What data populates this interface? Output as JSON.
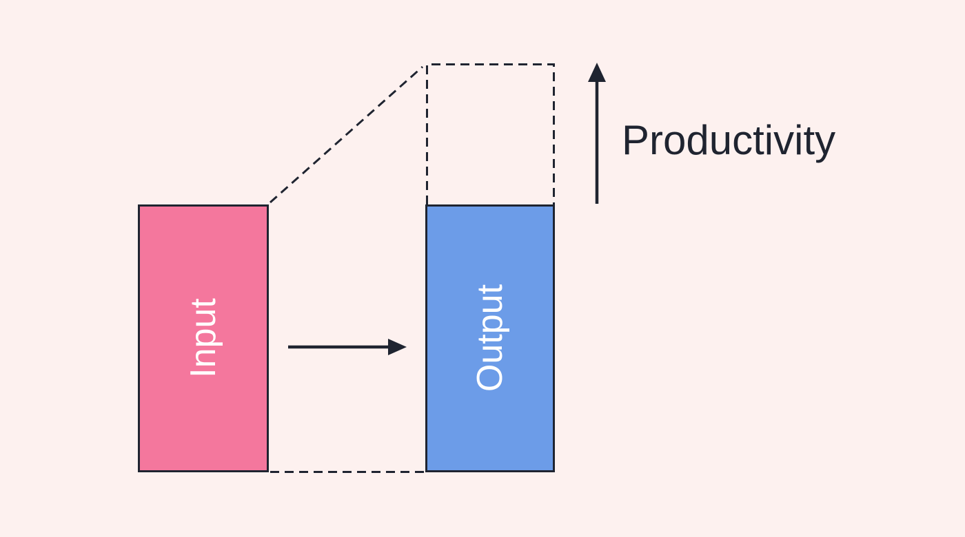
{
  "diagram": {
    "input_box": {
      "label": "Input"
    },
    "output_box": {
      "label": "Output"
    },
    "productivity_arrow": {
      "label": "Productivity"
    },
    "colors": {
      "background": "#FDF1EF",
      "input_fill": "#F4779D",
      "output_fill": "#6C9CE8",
      "line": "#1F2430",
      "box_label_text": "#FFFFFF"
    }
  }
}
